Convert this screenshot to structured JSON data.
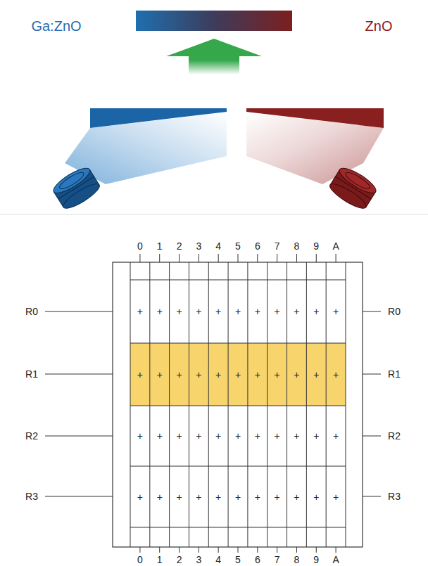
{
  "diagram": {
    "nodes": [
      {
        "text": [
          "+"
        ]
      },
      {
        "text": [
          "+"
        ]
      },
      {
        "text": [
          "+"
        ]
      },
      {
        "text": [
          "+"
        ]
      },
      {
        "text": [
          "+"
        ]
      },
      {
        "text": [
          "+"
        ]
      },
      {
        "text": [
          "+"
        ]
      },
      {
        "text": [
          "+"
        ]
      },
      {
        "text": [
          "+"
        ]
      },
      {
        "text": [
          "+"
        ]
      },
      {
        "text": [
          "+"
        ]
      },
      {
        "text": [
          "+"
        ]
      },
      {
        "text": [
          "+"
        ]
      },
      {
        "text": [
          "+"
        ]
      },
      {
        "text": [
          "+"
        ]
      },
      {
        "text": [
          "+"
        ]
      },
      {
        "text": [
          "+"
        ]
      },
      {
        "text": [
          "+"
        ]
      },
      {
        "text": [
          "+"
        ]
      },
      {
        "text": [
          "+"
        ]
      },
      {
        "text": [
          "+"
        ]
      },
      {
        "text": [
          "+"
        ]
      },
      {
        "text": [
          "+"
        ]
      },
      {
        "text": [
          "+"
        ]
      },
      {
        "text": [
          "+"
        ]
      },
      {
        "text": [
          "+"
        ]
      },
      {
        "text": [
          "+"
        ]
      },
      {
        "text": [
          "+"
        ]
      },
      {
        "text": [
          "+"
        ]
      },
      {
        "text": [
          "+"
        ]
      },
      {
        "text": [
          "+"
        ]
      },
      {
        "text": [
          "+"
        ]
      },
      {
        "text": [
          "+"
        ]
      },
      {
        "text": [
          "+"
        ]
      },
      {
        "text": [
          "+"
        ]
      },
      {
        "text": [
          "+"
        ]
      },
      {
        "text": [
          "+"
        ]
      },
      {
        "text": [
          "+"
        ]
      },
      {
        "text": [
          "+"
        ]
      },
      {
        "text": [
          "+"
        ]
      },
      {
        "text": [
          "+"
        ]
      },
      {
        "text": [
          "+"
        ]
      },
      {
        "text": [
          "+"
        ]
      },
      {
        "text": [
          "+"
        ]
      }
    ],
    "labels": [
      "Ga:ZnO",
      "ZnO",
      "0",
      "1",
      "2",
      "3",
      "4",
      "5",
      "6",
      "7",
      "8",
      "9",
      "A",
      "R0",
      "R0",
      "R1",
      "R1",
      "R2",
      "R2",
      "R3",
      "R3",
      "0",
      "1",
      "2",
      "3",
      "4",
      "5",
      "6",
      "7",
      "8",
      "9",
      "A"
    ]
  }
}
